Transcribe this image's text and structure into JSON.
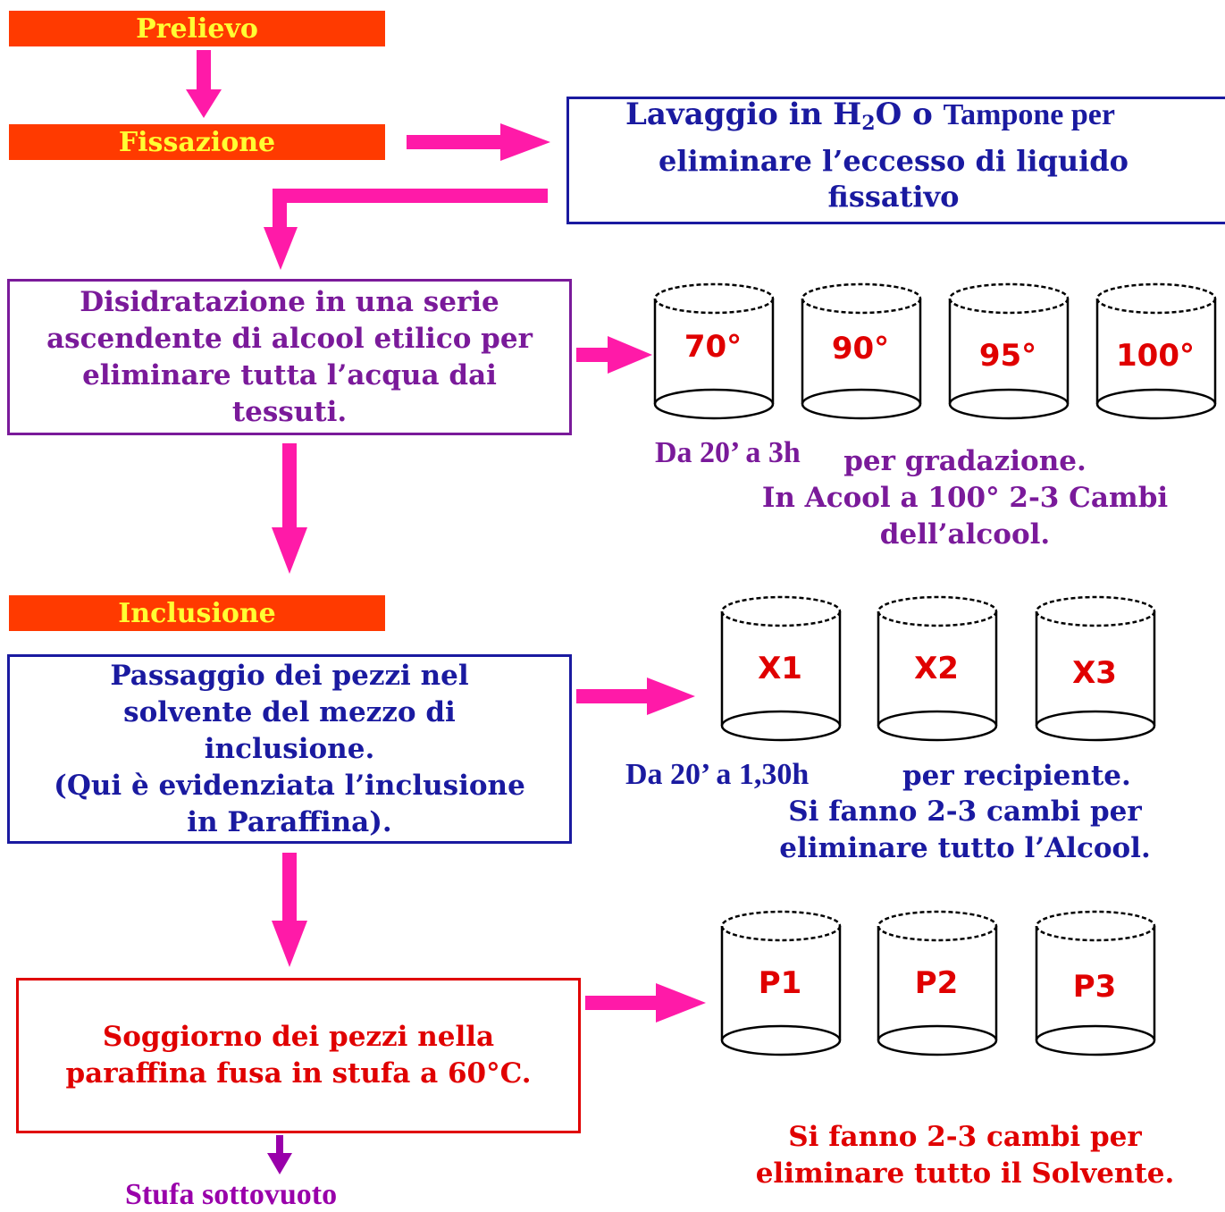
{
  "colors": {
    "banner_bg": "#ff3a00",
    "banner_text": "#ffff33",
    "arrow": "#ff1aa8",
    "arrow_purple": "#9900aa",
    "blue_text": "#1a1aa0",
    "purple_text": "#7a1a9a",
    "red_text": "#e00000"
  },
  "steps": {
    "prelievo": "Prelievo",
    "fissazione": "Fissazione",
    "inclusione": "Inclusione"
  },
  "boxes": {
    "lavaggio_part1": "Lavaggio in H",
    "lavaggio_sub": "2",
    "lavaggio_part2": "O o ",
    "lavaggio_tampone": "Tampone per",
    "lavaggio_rest": "eliminare l’eccesso di liquido\nfissativo",
    "disidratazione": "Disidratazione in una serie\nascendente di alcool etilico per\neliminare tutta l’acqua dai\ntessuti.",
    "passaggio": "Passaggio dei pezzi nel\nsolvente del mezzo di\ninclusione.\n(Qui è evidenziata l’inclusione\nin Paraffina).",
    "soggiorno": "Soggiorno dei pezzi nella\nparaffina fusa in stufa a 60°C."
  },
  "beakers": {
    "alcool": [
      "70°",
      "90°",
      "95°",
      "100°"
    ],
    "solvente": [
      "X1",
      "X2",
      "X3"
    ],
    "paraffina": [
      "P1",
      "P2",
      "P3"
    ]
  },
  "notes": {
    "alcool_time": "Da 20’ a 3h",
    "alcool_note": "per gradazione.\nIn Acool a 100° 2-3 Cambi\ndell’alcool.",
    "solvente_time": "Da 20’ a 1,30h",
    "solvente_note1": "per recipiente.",
    "solvente_note2": "Si fanno 2-3 cambi per\neliminare tutto l’Alcool.",
    "paraffina_note": "Si fanno 2-3 cambi per\neliminare tutto il Solvente.",
    "stufa": "Stufa sottovuoto"
  }
}
